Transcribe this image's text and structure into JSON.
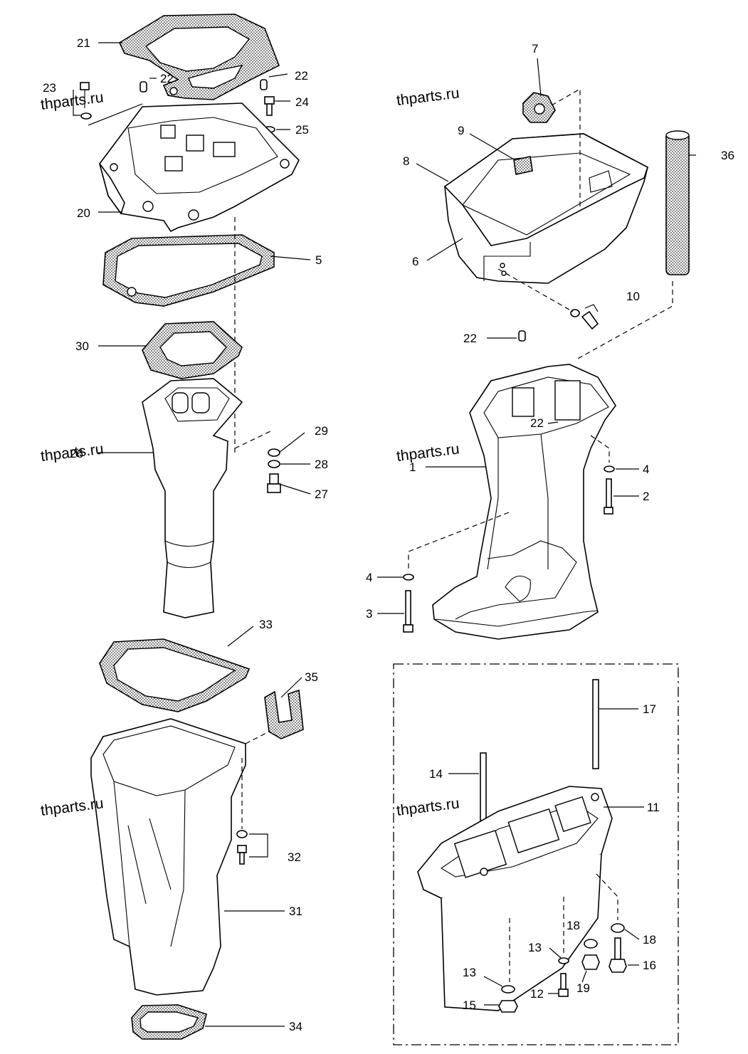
{
  "watermark": "thparts.ru",
  "callouts": [
    {
      "id": "21",
      "text": "21"
    },
    {
      "id": "22a",
      "text": "22"
    },
    {
      "id": "22b",
      "text": "22"
    },
    {
      "id": "23",
      "text": "23"
    },
    {
      "id": "24",
      "text": "24"
    },
    {
      "id": "25",
      "text": "25"
    },
    {
      "id": "20",
      "text": "20"
    },
    {
      "id": "5",
      "text": "5"
    },
    {
      "id": "30",
      "text": "30"
    },
    {
      "id": "26",
      "text": "26"
    },
    {
      "id": "29",
      "text": "29"
    },
    {
      "id": "28",
      "text": "28"
    },
    {
      "id": "27",
      "text": "27"
    },
    {
      "id": "33",
      "text": "33"
    },
    {
      "id": "35",
      "text": "35"
    },
    {
      "id": "32",
      "text": "32"
    },
    {
      "id": "31",
      "text": "31"
    },
    {
      "id": "34",
      "text": "34"
    },
    {
      "id": "7",
      "text": "7"
    },
    {
      "id": "9",
      "text": "9"
    },
    {
      "id": "8",
      "text": "8"
    },
    {
      "id": "36",
      "text": "36"
    },
    {
      "id": "6",
      "text": "6"
    },
    {
      "id": "10",
      "text": "10"
    },
    {
      "id": "22c",
      "text": "22"
    },
    {
      "id": "22d",
      "text": "22"
    },
    {
      "id": "1",
      "text": "1"
    },
    {
      "id": "4a",
      "text": "4"
    },
    {
      "id": "2",
      "text": "2"
    },
    {
      "id": "4b",
      "text": "4"
    },
    {
      "id": "3",
      "text": "3"
    },
    {
      "id": "17",
      "text": "17"
    },
    {
      "id": "14",
      "text": "14"
    },
    {
      "id": "11",
      "text": "11"
    },
    {
      "id": "18a",
      "text": "18"
    },
    {
      "id": "18b",
      "text": "18"
    },
    {
      "id": "13a",
      "text": "13"
    },
    {
      "id": "16",
      "text": "16"
    },
    {
      "id": "19",
      "text": "19"
    },
    {
      "id": "13b",
      "text": "13"
    },
    {
      "id": "12",
      "text": "12"
    },
    {
      "id": "15",
      "text": "15"
    }
  ]
}
